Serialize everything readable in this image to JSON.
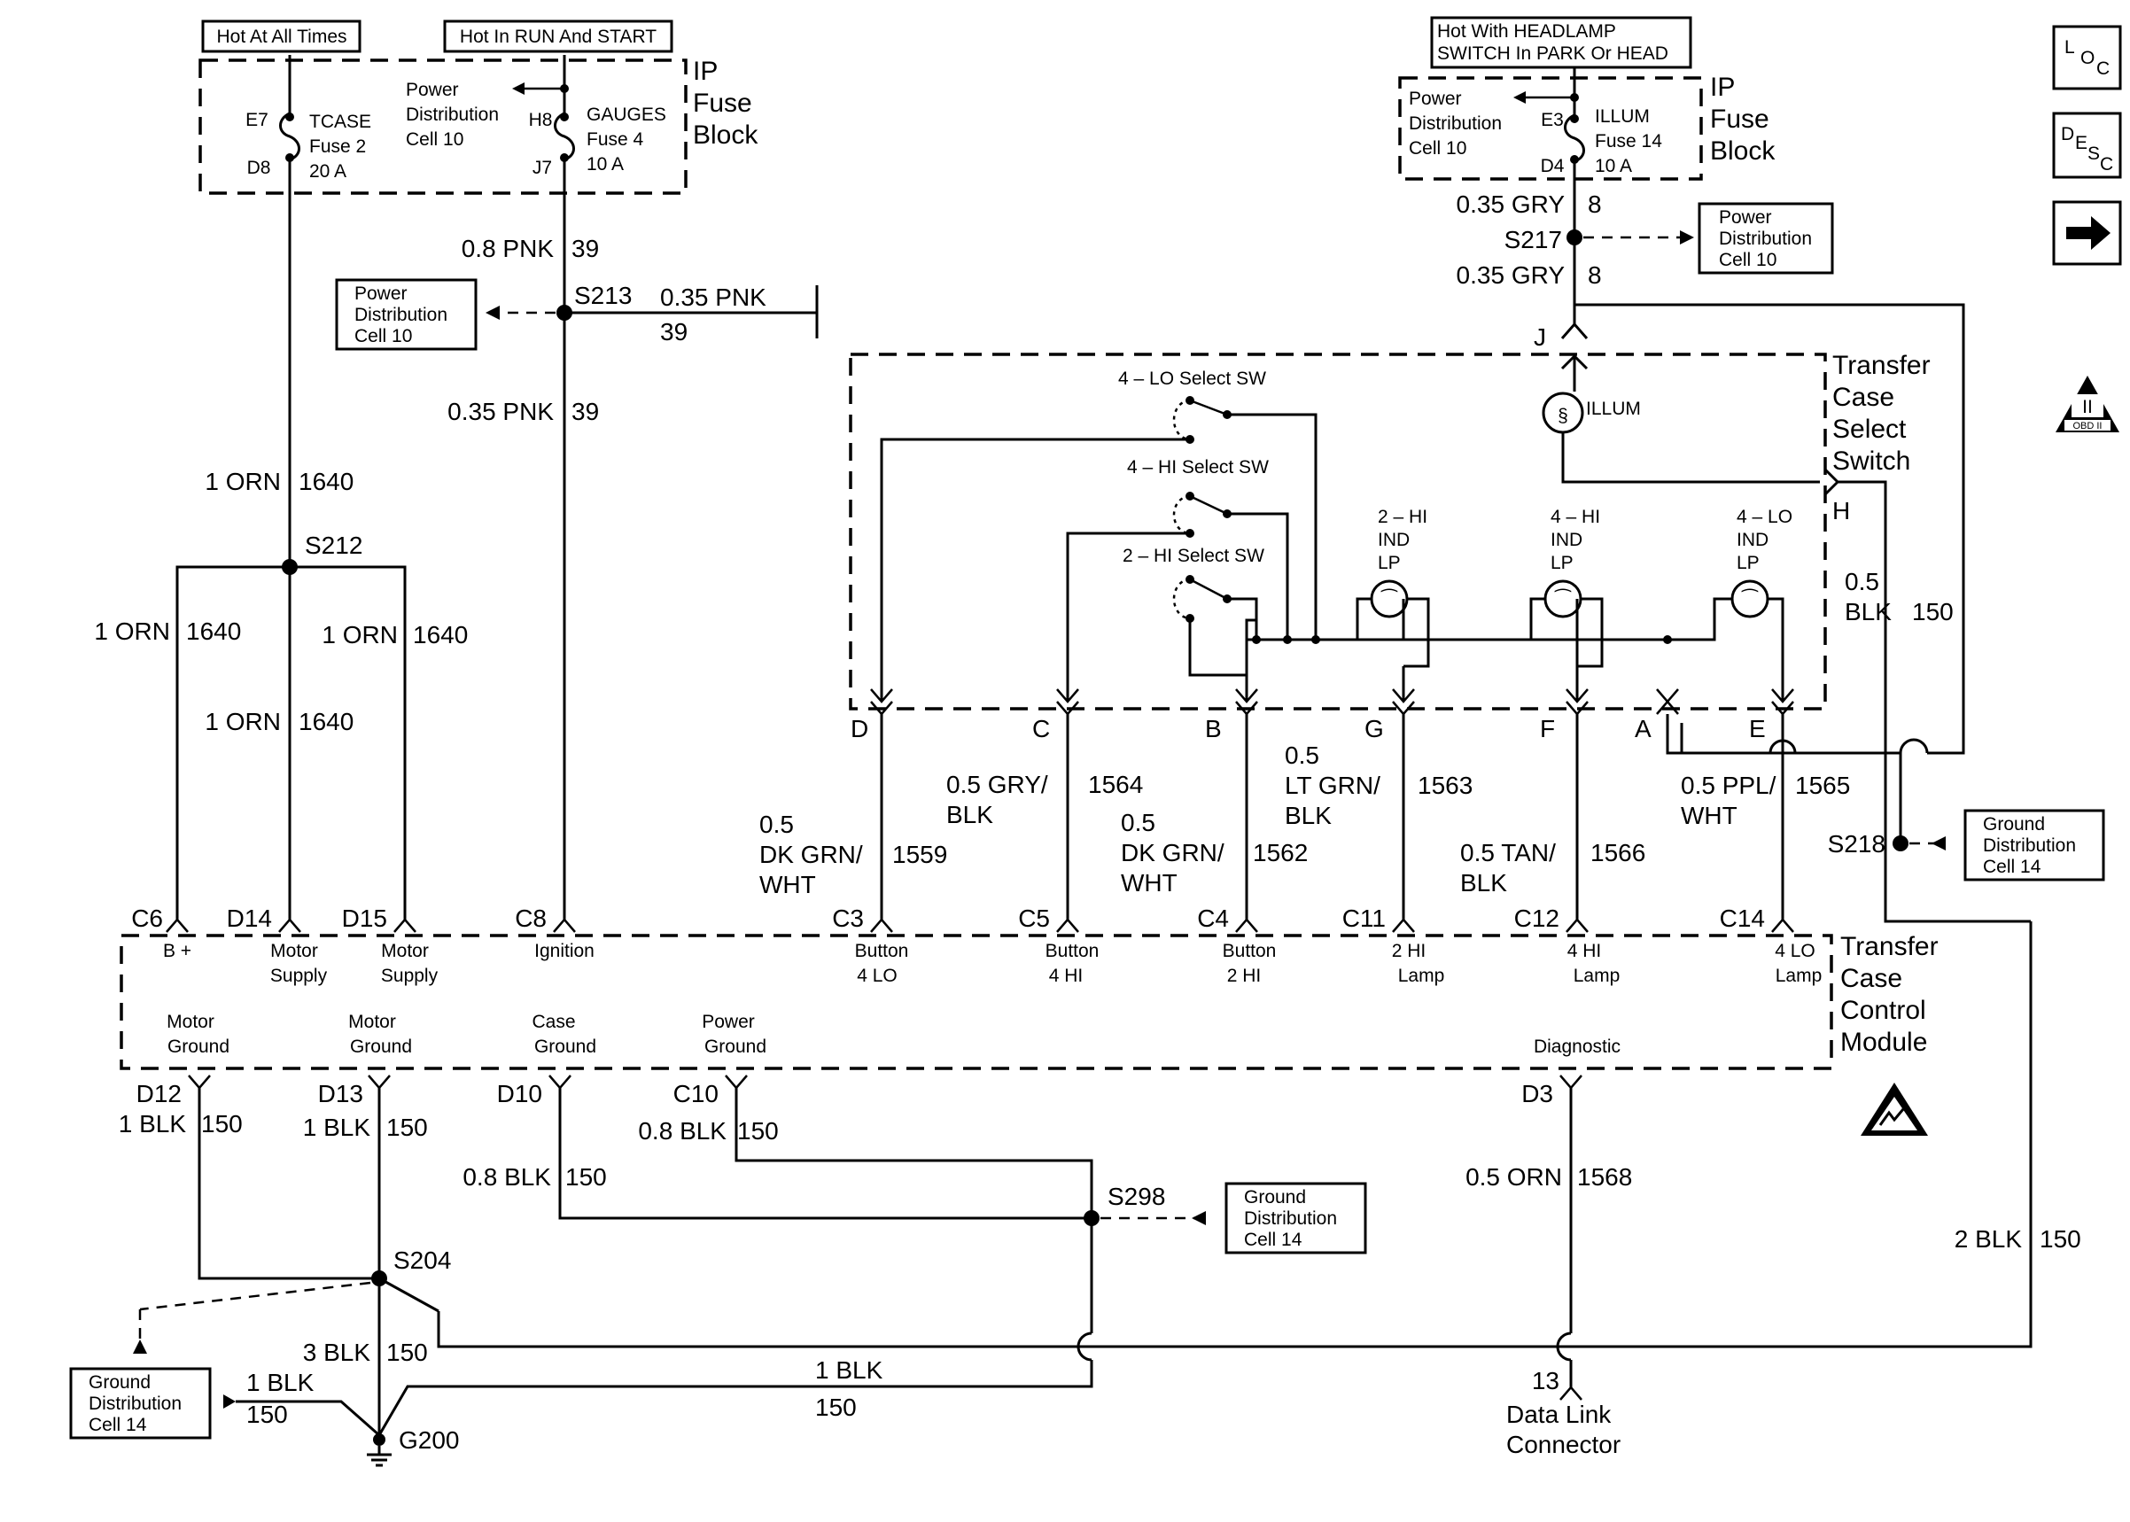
{
  "headers": {
    "hot_at_all_times": "Hot At All Times",
    "hot_in_run_start": "Hot In RUN And START",
    "hot_headlamp_l1": "Hot With HEADLAMP",
    "hot_headlamp_l2": "SWITCH In PARK Or HEAD"
  },
  "fuse_block_left": {
    "label": [
      "IP",
      "Fuse",
      "Block"
    ],
    "tcase": {
      "top_pin": "E7",
      "bottom_pin": "D8",
      "lines": [
        "TCASE",
        "Fuse 2",
        "20 A"
      ]
    },
    "gauges": {
      "top_pin": "H8",
      "bottom_pin": "J7",
      "lines": [
        "GAUGES",
        "Fuse 4",
        "10 A"
      ]
    },
    "power_dist": [
      "Power",
      "Distribution",
      "Cell 10"
    ]
  },
  "fuse_block_right": {
    "label": [
      "IP",
      "Fuse",
      "Block"
    ],
    "illum": {
      "top_pin": "E3",
      "bottom_pin": "D4",
      "lines": [
        "ILLUM",
        "Fuse 14",
        "10 A"
      ]
    },
    "power_dist": [
      "Power",
      "Distribution",
      "Cell 10"
    ]
  },
  "ref_boxes": {
    "pd_left": [
      "Power",
      "Distribution",
      "Cell 10"
    ],
    "pd_right": [
      "Power",
      "Distribution",
      "Cell 10"
    ],
    "gd_s218": [
      "Ground",
      "Distribution",
      "Cell 14"
    ],
    "gd_s298": [
      "Ground",
      "Distribution",
      "Cell 14"
    ],
    "gd_g200": [
      "Ground",
      "Distribution",
      "Cell 14"
    ]
  },
  "splices": {
    "s212": "S212",
    "s213": "S213",
    "s217": "S217",
    "s218": "S218",
    "s298": "S298",
    "s204": "S204",
    "g200": "G200"
  },
  "wires": {
    "pnk39_top": {
      "color": "0.8 PNK",
      "circuit": "39"
    },
    "pnk39_mid": {
      "color": "0.35 PNK",
      "circuit": "39"
    },
    "pnk39_low": {
      "color": "0.35 PNK",
      "circuit": "39"
    },
    "gry8_top": {
      "color": "0.35 GRY",
      "circuit": "8"
    },
    "gry8_bot": {
      "color": "0.35 GRY",
      "circuit": "8"
    },
    "orn1640_main": {
      "color": "1 ORN",
      "circuit": "1640"
    },
    "orn1640_left": {
      "color": "1 ORN",
      "circuit": "1640"
    },
    "orn1640_center": {
      "color": "1 ORN",
      "circuit": "1640"
    },
    "orn1640_right": {
      "color": "1 ORN",
      "circuit": "1640"
    },
    "w1559": {
      "color": [
        "0.5",
        "DK GRN/",
        "WHT"
      ],
      "circuit": "1559"
    },
    "w1564": {
      "color": [
        "0.5 GRY/",
        "BLK"
      ],
      "circuit": "1564"
    },
    "w1562": {
      "color": [
        "0.5",
        "DK GRN/",
        "WHT"
      ],
      "circuit": "1562"
    },
    "w1563": {
      "color": [
        "0.5",
        "LT GRN/",
        "BLK"
      ],
      "circuit": "1563"
    },
    "w1566": {
      "color": [
        "0.5 TAN/",
        "BLK"
      ],
      "circuit": "1566"
    },
    "w1565": {
      "color": [
        "0.5 PPL/",
        "WHT"
      ],
      "circuit": "1565"
    },
    "blk150_h": {
      "color": [
        "0.5",
        "BLK"
      ],
      "circuit": "150"
    },
    "blk150_d12": {
      "color": "1 BLK",
      "circuit": "150"
    },
    "blk150_d13": {
      "color": "1 BLK",
      "circuit": "150"
    },
    "blk150_c10": {
      "color": "0.8 BLK",
      "circuit": "150"
    },
    "blk150_d10": {
      "color": "0.8 BLK",
      "circuit": "150"
    },
    "blk150_g200": {
      "color": "3 BLK",
      "circuit": "150"
    },
    "blk150_left": {
      "color": "1 BLK",
      "circuit": "150"
    },
    "blk150_bottom": {
      "color": "1 BLK",
      "circuit": "150"
    },
    "blk150_right": {
      "color": "2 BLK",
      "circuit": "150"
    },
    "orn1568": {
      "color": "0.5 ORN",
      "circuit": "1568"
    }
  },
  "switch": {
    "label": [
      "Transfer",
      "Case",
      "Select",
      "Switch"
    ],
    "lo_sw": "4 – LO Select SW",
    "hi_sw": "4 – HI Select SW",
    "hi2_sw": "2 – HI Select SW",
    "illum": "ILLUM",
    "lamp_2hi": [
      "2 – HI",
      "IND",
      "LP"
    ],
    "lamp_4hi": [
      "4 – HI",
      "IND",
      "LP"
    ],
    "lamp_4lo": [
      "4 – LO",
      "IND",
      "LP"
    ],
    "pins": {
      "j": "J",
      "h": "H",
      "d": "D",
      "c": "C",
      "b": "B",
      "g": "G",
      "f": "F",
      "a": "A",
      "e": "E"
    }
  },
  "module": {
    "label": [
      "Transfer",
      "Case",
      "Control",
      "Module"
    ],
    "top_pins": [
      {
        "pin": "C6",
        "desc": [
          "B +"
        ]
      },
      {
        "pin": "D14",
        "desc": [
          "Motor",
          "Supply"
        ]
      },
      {
        "pin": "D15",
        "desc": [
          "Motor",
          "Supply"
        ]
      },
      {
        "pin": "C8",
        "desc": [
          "Ignition"
        ]
      },
      {
        "pin": "C3",
        "desc": [
          "Button",
          "4 LO"
        ]
      },
      {
        "pin": "C5",
        "desc": [
          "Button",
          "4 HI"
        ]
      },
      {
        "pin": "C4",
        "desc": [
          "Button",
          "2 HI"
        ]
      },
      {
        "pin": "C11",
        "desc": [
          "2 HI",
          "Lamp"
        ]
      },
      {
        "pin": "C12",
        "desc": [
          "4 HI",
          "Lamp"
        ]
      },
      {
        "pin": "C14",
        "desc": [
          "4 LO",
          "Lamp"
        ]
      }
    ],
    "bottom_pins": [
      {
        "pin": "D12",
        "desc": [
          "Motor",
          "Ground"
        ]
      },
      {
        "pin": "D13",
        "desc": [
          "Motor",
          "Ground"
        ]
      },
      {
        "pin": "D10",
        "desc": [
          "Case",
          "Ground"
        ]
      },
      {
        "pin": "C10",
        "desc": [
          "Power",
          "Ground"
        ]
      },
      {
        "pin": "D3",
        "desc": [
          "Diagnostic"
        ]
      }
    ]
  },
  "dlc": {
    "pin": "13",
    "label": [
      "Data Link",
      "Connector"
    ]
  },
  "side_icons": {
    "loc": {
      "letters": [
        "L",
        "O",
        "C"
      ],
      "name": "location-icon"
    },
    "desc": {
      "letters": [
        "D",
        "E",
        "S",
        "C"
      ],
      "name": "description-icon"
    },
    "next": {
      "glyph": "➔",
      "name": "next-arrow-icon"
    },
    "obd": {
      "text": "OBD II",
      "roman": "II",
      "name": "obd-ii-icon"
    }
  }
}
